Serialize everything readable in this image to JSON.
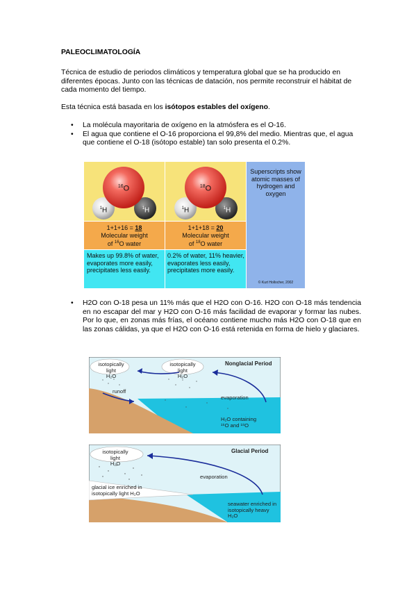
{
  "title": "PALEOCLIMATOLOGÍA",
  "intro": {
    "p1": "Técnica de estudio de periodos climáticos y temperatura global que se ha producido en diferentes épocas. Junto con las técnicas de datación, nos permite reconstruir el hábitat de cada momento del tiempo.",
    "p2_prefix": "Esta técnica está basada en los ",
    "p2_bold": "isótopos estables del oxígeno",
    "p2_suffix": "."
  },
  "bullets1": [
    "La molécula mayoritaria de oxígeno en la atmósfera es el O-16.",
    "El agua que contiene el O-16 proporciona el 99,8% del medio. Mientras que, el agua que contiene el O-18 (isótopo estable) tan solo presenta el 0.2%."
  ],
  "isotope_figure": {
    "left_molecule": {
      "o_mass": "16",
      "o_symbol": "O",
      "h_mass": "1",
      "h_symbol": "H"
    },
    "right_molecule": {
      "o_mass": "18",
      "o_symbol": "O",
      "h_mass": "1",
      "h_symbol": "H"
    },
    "side_note": "Superscripts show atomic masses of hydrogen and oxygen",
    "left_sum_prefix": "1+1+16 = ",
    "left_sum_value": "18",
    "left_weight_line": "Molecular weight",
    "left_weight_of": "of ",
    "left_weight_mass": "16",
    "left_weight_suffix": "O water",
    "right_sum_prefix": "1+1+18 = ",
    "right_sum_value": "20",
    "right_weight_line": "Molecular weight",
    "right_weight_of": "of ",
    "right_weight_mass": "18",
    "right_weight_suffix": "O water",
    "left_desc": "Makes up 99.8% of water, evaporates more easily, precipitates less easily.",
    "right_desc": "0.2% of water, 11% heavier, evaporates less easily, precipitates more easily.",
    "credit": "© Kurt Hollocher, 2002",
    "colors": {
      "yellow": "#f7e37a",
      "orange": "#f4a94b",
      "cyan": "#41e6f2",
      "blue": "#8fb3ea",
      "red": "#e8372f"
    }
  },
  "bullets2": [
    "H2O con O-18 pesa un 11% más que el H2O con O-16. H2O con O-18 más tendencia en no escapar del mar y H2O con O-16 más facilidad de evaporar y formar las nubes. Por lo que, en zonas más frías, el océano contiene mucho más H2O con O-18 que en las zonas cálidas, ya que el H2O con O-16 está retenida en forma de hielo y glaciares."
  ],
  "nonglacial": {
    "title": "Nonglacial Period",
    "cloud1_a": "isotopically light",
    "cloud1_b": "H₂O",
    "cloud2_a": "isotopically light",
    "cloud2_b": "H₂O",
    "runoff": "runoff",
    "evaporation": "evaporation",
    "sea_a": "H₂O containing",
    "sea_b": "¹⁶O and ¹⁸O"
  },
  "glacial": {
    "title": "Glacial Period",
    "cloud1_a": "isotopically light",
    "cloud1_b": "H₂O",
    "evaporation": "evaporation",
    "ice_a": "glacial ice enriched in",
    "ice_b": "isotopically light H₂O",
    "sea_a": "seawater enriched in",
    "sea_b": "isotopically heavy",
    "sea_c": "H₂O"
  }
}
